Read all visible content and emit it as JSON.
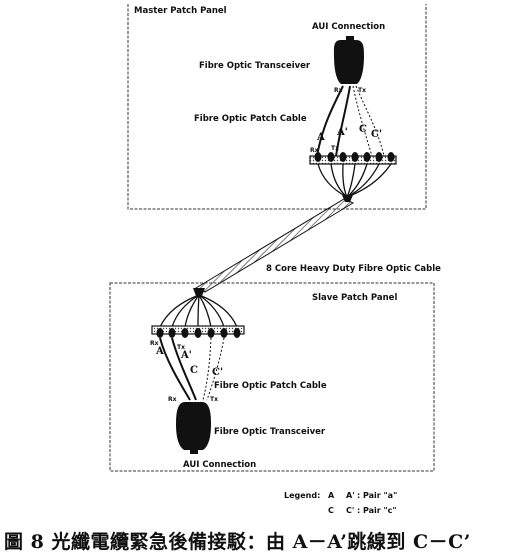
{
  "master_panel": {
    "title": "Master Patch Panel",
    "aui_label": "AUI Connection",
    "transceiver_label": "Fibre Optic Transceiver",
    "patch_cable_label": "Fibre Optic Patch Cable",
    "rx": "Rx",
    "tx": "Tx",
    "pair_a": "A",
    "pair_a_prime": "A'",
    "pair_c": "C",
    "pair_c_prime": "C'"
  },
  "trunk_label": "8 Core Heavy Duty Fibre Optic Cable",
  "slave_panel": {
    "title": "Slave Patch Panel",
    "aui_label": "AUI Connection",
    "transceiver_label": "Fibre Optic Transceiver",
    "patch_cable_label": "Fibre Optic Patch Cable",
    "rx": "Rx",
    "tx": "Tx",
    "pair_a": "A",
    "pair_a_prime": "A'",
    "pair_c": "C",
    "pair_c_prime": "C'"
  },
  "legend": {
    "heading": "Legend:",
    "row1_a": "A",
    "row1_b": "A'",
    "row1_text": ": Pair \"a\"",
    "row2_a": "C",
    "row2_b": "C'",
    "row2_text": ": Pair \"c\""
  },
  "caption": "圖 8   光纖電纜緊急後備接駁：由 A－A’跳線到 C－C’"
}
